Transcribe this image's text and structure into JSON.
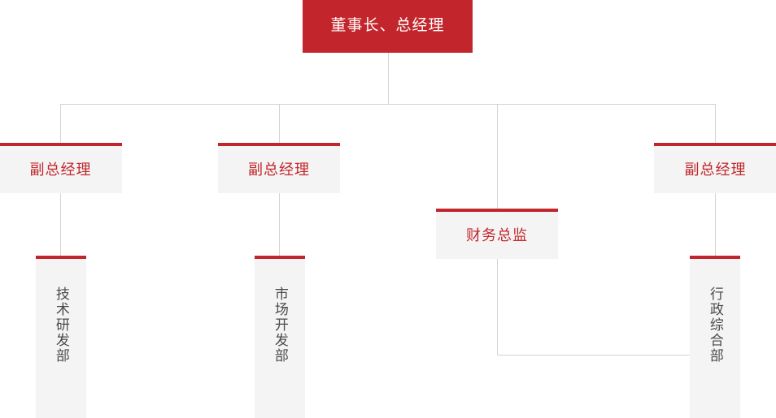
{
  "chart_data": {
    "type": "diagram",
    "title": "组织架构图",
    "orientation": "top-down",
    "colors": {
      "accent": "#c2262c",
      "node_background": "#f4f4f4",
      "connector": "#d2d2d2",
      "root_text": "#ffffff",
      "manager_text": "#c2262c",
      "department_text": "#4a4a4a",
      "page_background": "#ffffff"
    },
    "nodes": [
      {
        "id": "root",
        "label": "董事长、总经理",
        "level": 1,
        "style": "filled-red"
      },
      {
        "id": "vgm1",
        "label": "副总经理",
        "level": 2,
        "style": "gray-red-top"
      },
      {
        "id": "vgm2",
        "label": "副总经理",
        "level": 2,
        "style": "gray-red-top"
      },
      {
        "id": "cfo",
        "label": "财务总监",
        "level": 2,
        "style": "gray-red-top"
      },
      {
        "id": "vgm3",
        "label": "副总经理",
        "level": 2,
        "style": "gray-red-top"
      },
      {
        "id": "dept1",
        "label": "技术研发部",
        "level": 3,
        "style": "gray-red-top-vertical"
      },
      {
        "id": "dept2",
        "label": "市场开发部",
        "level": 3,
        "style": "gray-red-top-vertical"
      },
      {
        "id": "dept3",
        "label": "行政综合部",
        "level": 3,
        "style": "gray-red-top-vertical"
      }
    ],
    "edges": [
      {
        "from": "root",
        "to": "vgm1"
      },
      {
        "from": "root",
        "to": "vgm2"
      },
      {
        "from": "root",
        "to": "cfo"
      },
      {
        "from": "root",
        "to": "vgm3"
      },
      {
        "from": "vgm1",
        "to": "dept1"
      },
      {
        "from": "vgm2",
        "to": "dept2"
      },
      {
        "from": "cfo",
        "to": "dept3"
      },
      {
        "from": "vgm3",
        "to": "dept3"
      }
    ]
  },
  "root": {
    "label": "董事长、总经理"
  },
  "managers": [
    {
      "label": "副总经理"
    },
    {
      "label": "副总经理"
    },
    {
      "label": "财务总监"
    },
    {
      "label": "副总经理"
    }
  ],
  "departments": [
    {
      "label": "技术研发部"
    },
    {
      "label": "市场开发部"
    },
    {
      "label": "行政综合部"
    }
  ]
}
